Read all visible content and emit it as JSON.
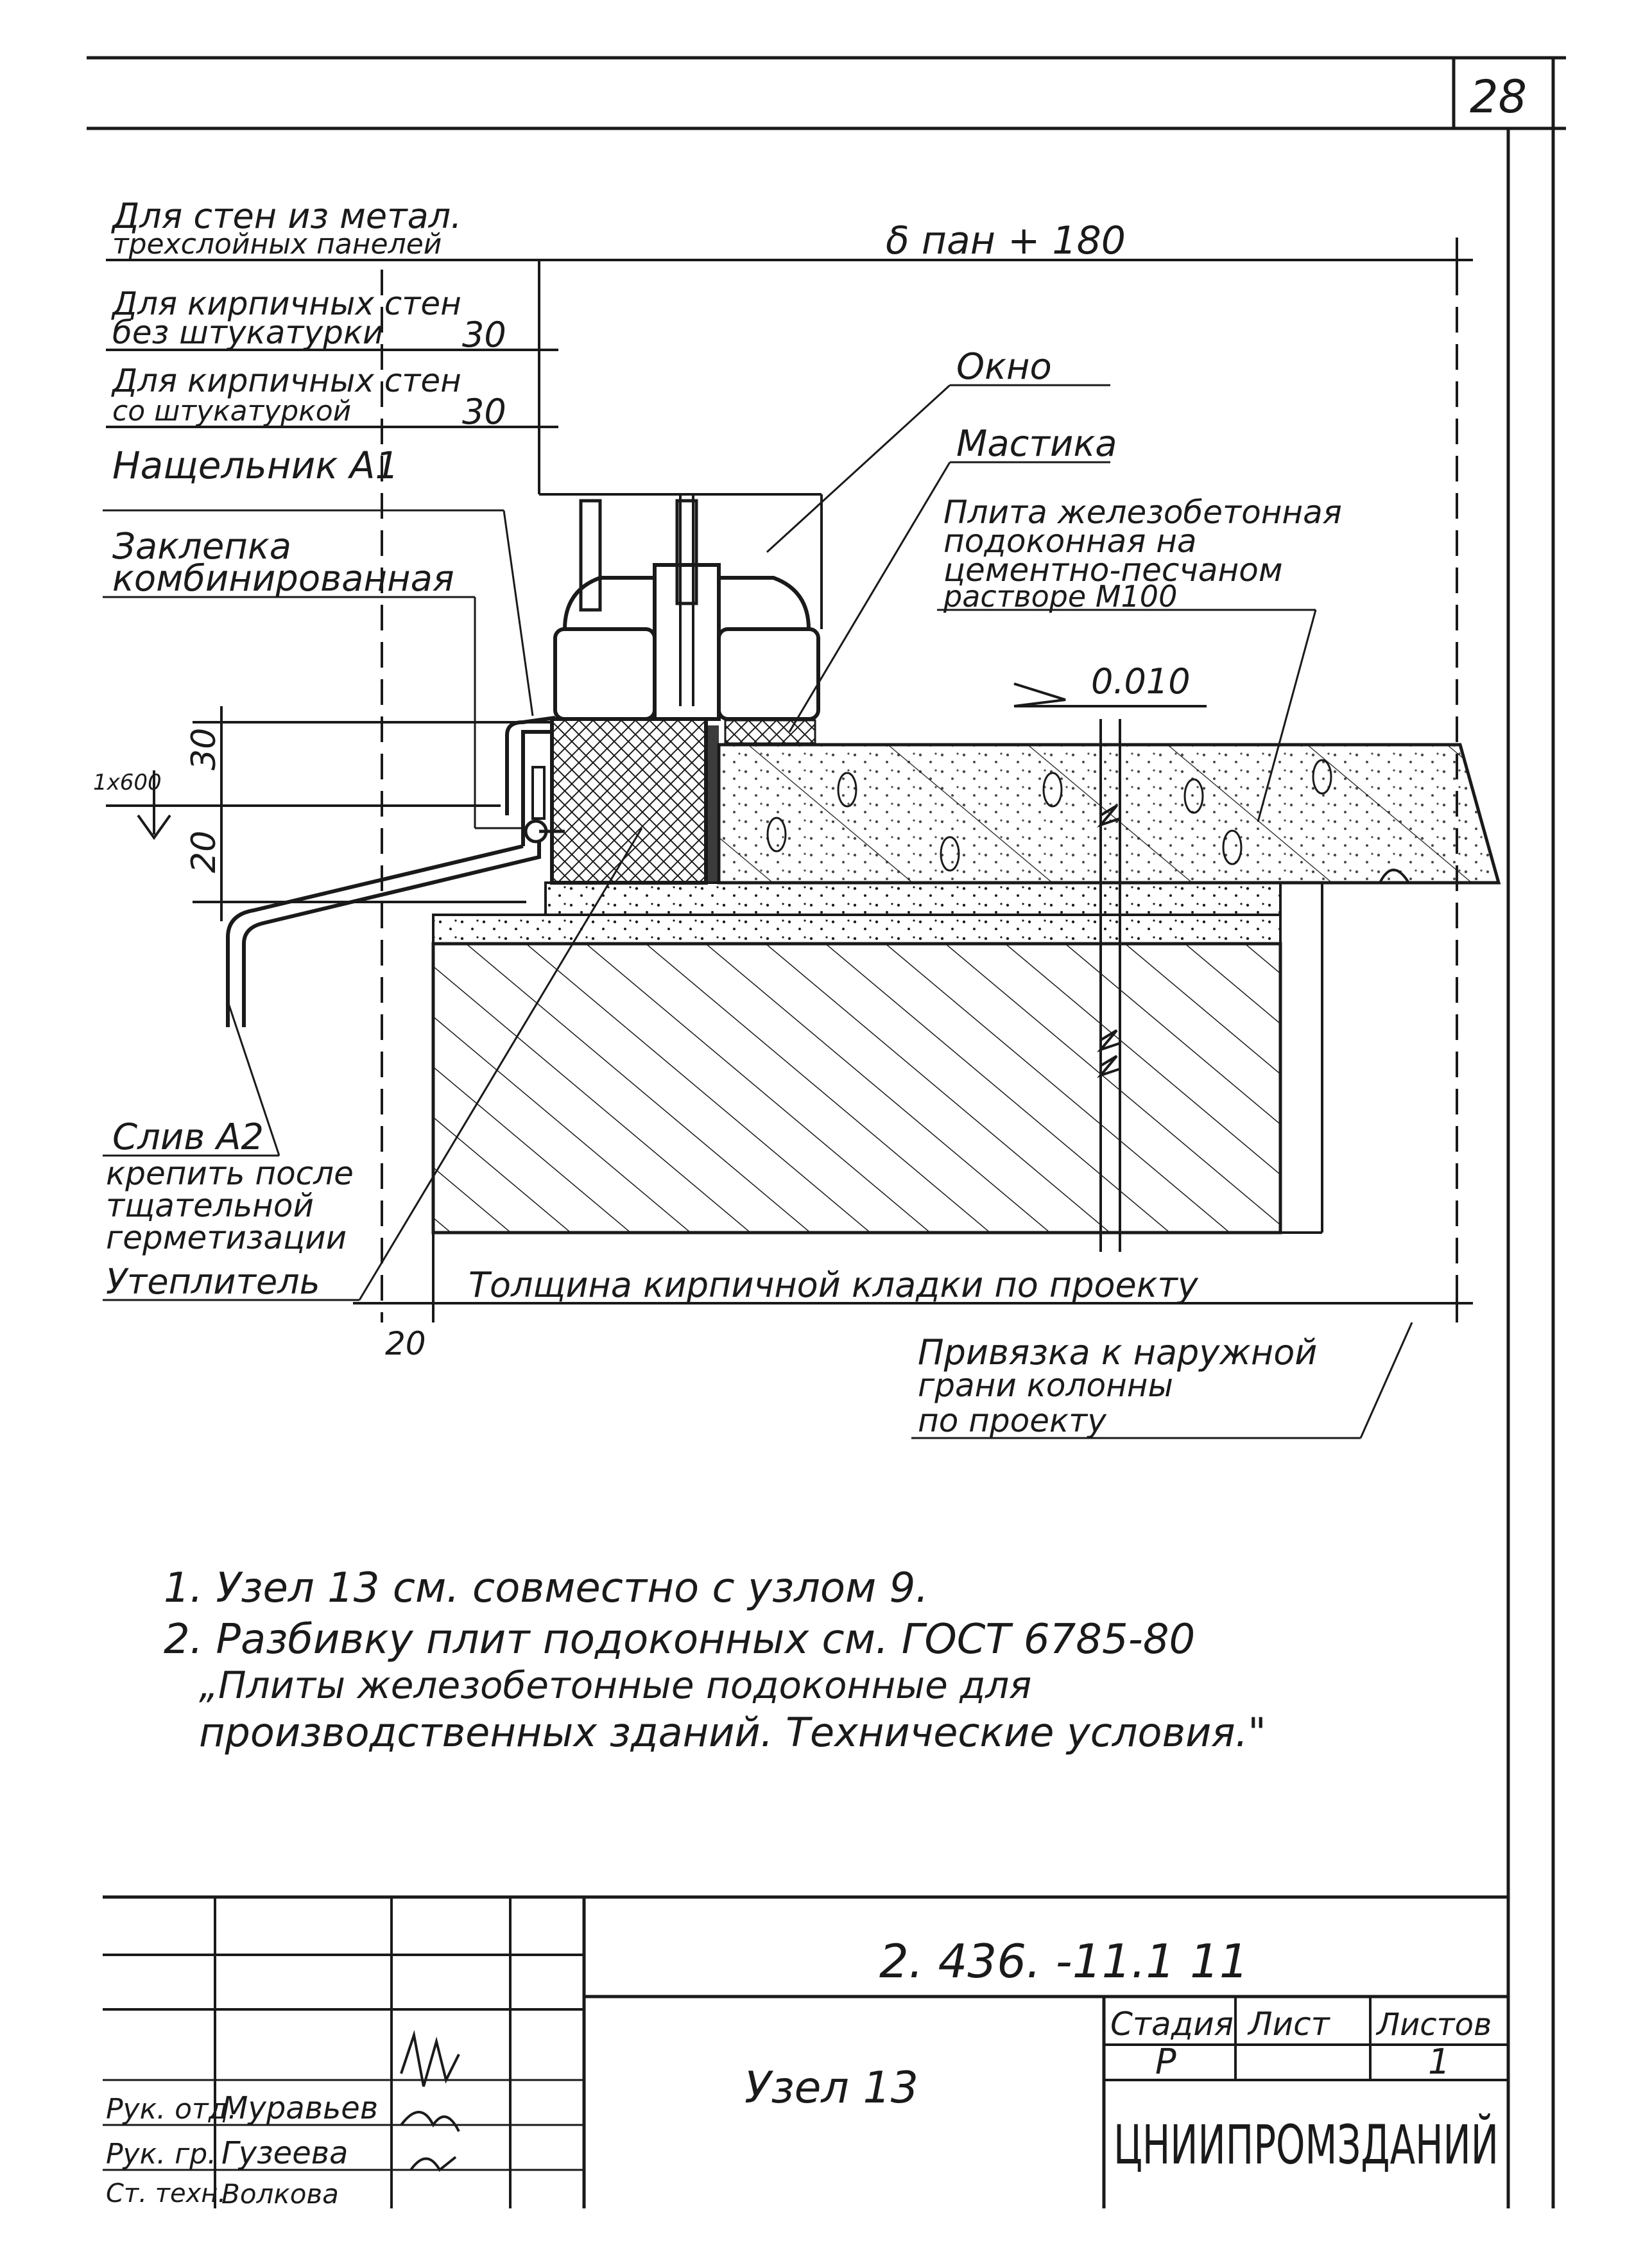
{
  "sheet": {
    "page_number": "28"
  },
  "callouts": {
    "metal_walls": [
      "Для стен из метал.",
      "трехслойных панелей"
    ],
    "brick_no_plaster": [
      "Для кирпичных стен",
      "без штукатурки"
    ],
    "brick_with_plaster": [
      "Для кирпичных стен",
      "со штукатуркой"
    ],
    "flashing": "Нащельник А1",
    "rivet": [
      "Заклепка",
      "комбинированная"
    ],
    "window": "Окно",
    "mastic": "Мастика",
    "slab": [
      "Плита железобетонная",
      "подоконная на",
      "цементно-песчаном",
      "растворе  М100"
    ],
    "drip": [
      "Слив А2",
      "крепить после",
      "тщательной",
      "герметизации"
    ],
    "insulation": "Утеплитель",
    "tie": [
      "Привязка к наружной",
      "грани колонны",
      "по проекту"
    ]
  },
  "dimensions": {
    "overall": "δ пан  + 180",
    "d30a": "30",
    "d30b": "30",
    "v30": "30",
    "v20": "20",
    "step": "1х600",
    "bottom20": "20",
    "elevation": "0.010",
    "masonry": "Толщина  кирпичной  кладки  по  проекту"
  },
  "notes": [
    "1.  Узел 13 см. совместно с узлом 9.",
    "2.  Разбивку  плит  подоконных  см.  ГОСТ 6785-80",
    "„Плиты железобетонные  подоконные  для",
    "производственных зданий. Технические условия.\""
  ],
  "title_block": {
    "doc_code": "2. 436.  -11.1 11",
    "node_title": "Узел 13",
    "stage_header": "Стадия",
    "sheet_header": "Лист",
    "sheets_header": "Листов",
    "stage_value": "Р",
    "sheet_value": "1",
    "organization": "ЦНИИПРОМЗДАНИЙ",
    "roles": [
      "Рук. отд.",
      "Рук. гр.",
      "Ст. техн."
    ],
    "names": [
      "Муравьев",
      "Гузеева",
      "Волкова"
    ]
  }
}
